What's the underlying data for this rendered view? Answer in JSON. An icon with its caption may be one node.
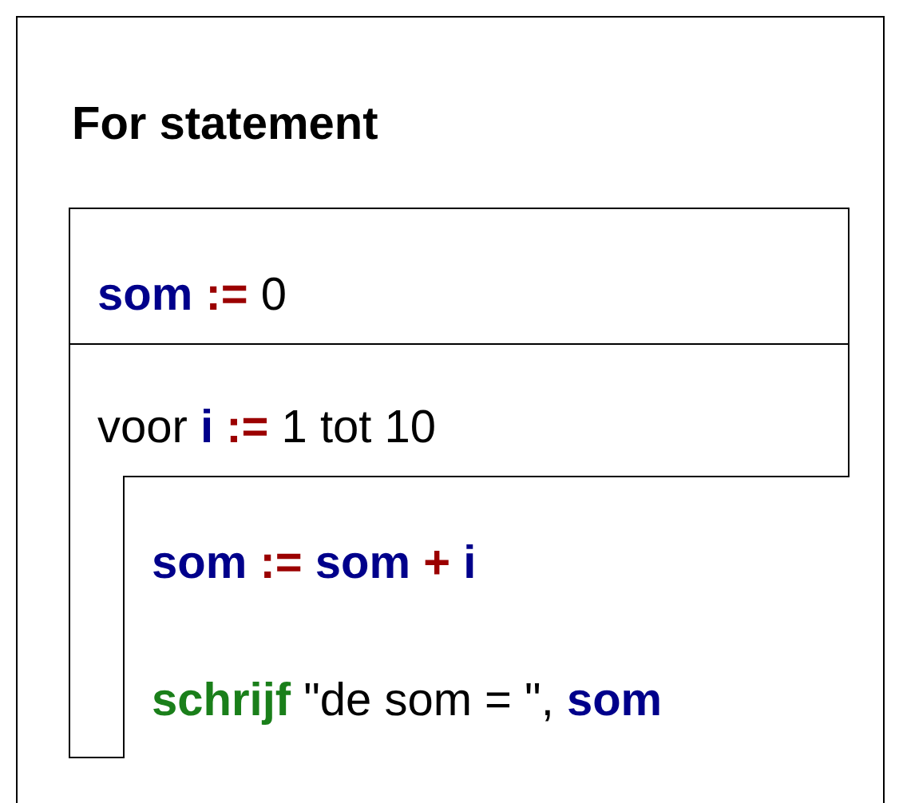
{
  "diagram": {
    "title": "For statement",
    "nodes": [
      {
        "text": [
          "**som** **:=** 0"
        ]
      },
      {
        "text": [
          "voor **i** **:=** 1 tot 10"
        ]
      },
      {
        "text": [
          "**som** **:=** **som** **+** **i**"
        ],
        "in": 1
      },
      {
        "text": [
          "**schrijf** \"de som = \", **som**"
        ],
        "in": 1
      }
    ]
  }
}
